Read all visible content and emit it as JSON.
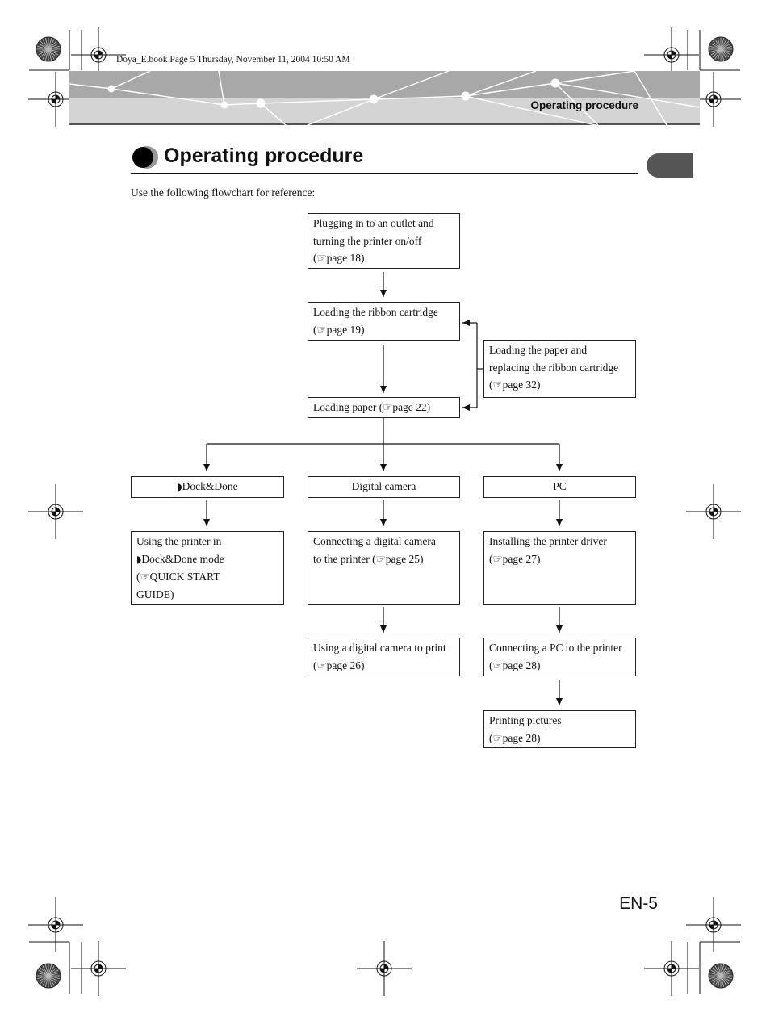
{
  "book_line": "Doya_E.book  Page 5  Thursday, November 11, 2004  10:50 AM",
  "header": {
    "section_label": "Operating procedure"
  },
  "title": "Operating procedure",
  "intro": "Use the following flowchart for reference:",
  "flow": {
    "plug_in": "Plugging in to an outlet and\nturning the printer on/off\n(☞page 18)",
    "load_ribbon": "Loading the ribbon cartridge\n(☞page 19)",
    "load_paper": "Loading paper (☞page 22)",
    "reload_paper_ribbon": "Loading the paper and\nreplacing the ribbon cartridge\n(☞page 32)",
    "branch_dock": "Dock&Done",
    "branch_camera": "Digital camera",
    "branch_pc": "PC",
    "dock_mode": "Using the printer in\n",
    "dock_mode_rest": "Dock&Done mode\n(☞QUICK START\nGUIDE)",
    "connect_camera": "Connecting a digital camera\nto the printer (☞page 25)",
    "camera_print": "Using a digital camera to print\n(☞page 26)",
    "install_driver": "Installing the printer driver\n(☞page 27)",
    "connect_pc": "Connecting a PC to the printer\n(☞page 28)",
    "print_pictures": "Printing pictures\n(☞page 28)"
  },
  "page_number": "EN-5",
  "icons": {
    "dock_mark": "dock-and-done-icon",
    "reference": "pointing-hand-icon"
  },
  "colors": {
    "header_band": "#a8a8a8",
    "header_light": "#d4d4d4",
    "tab": "#555555"
  }
}
